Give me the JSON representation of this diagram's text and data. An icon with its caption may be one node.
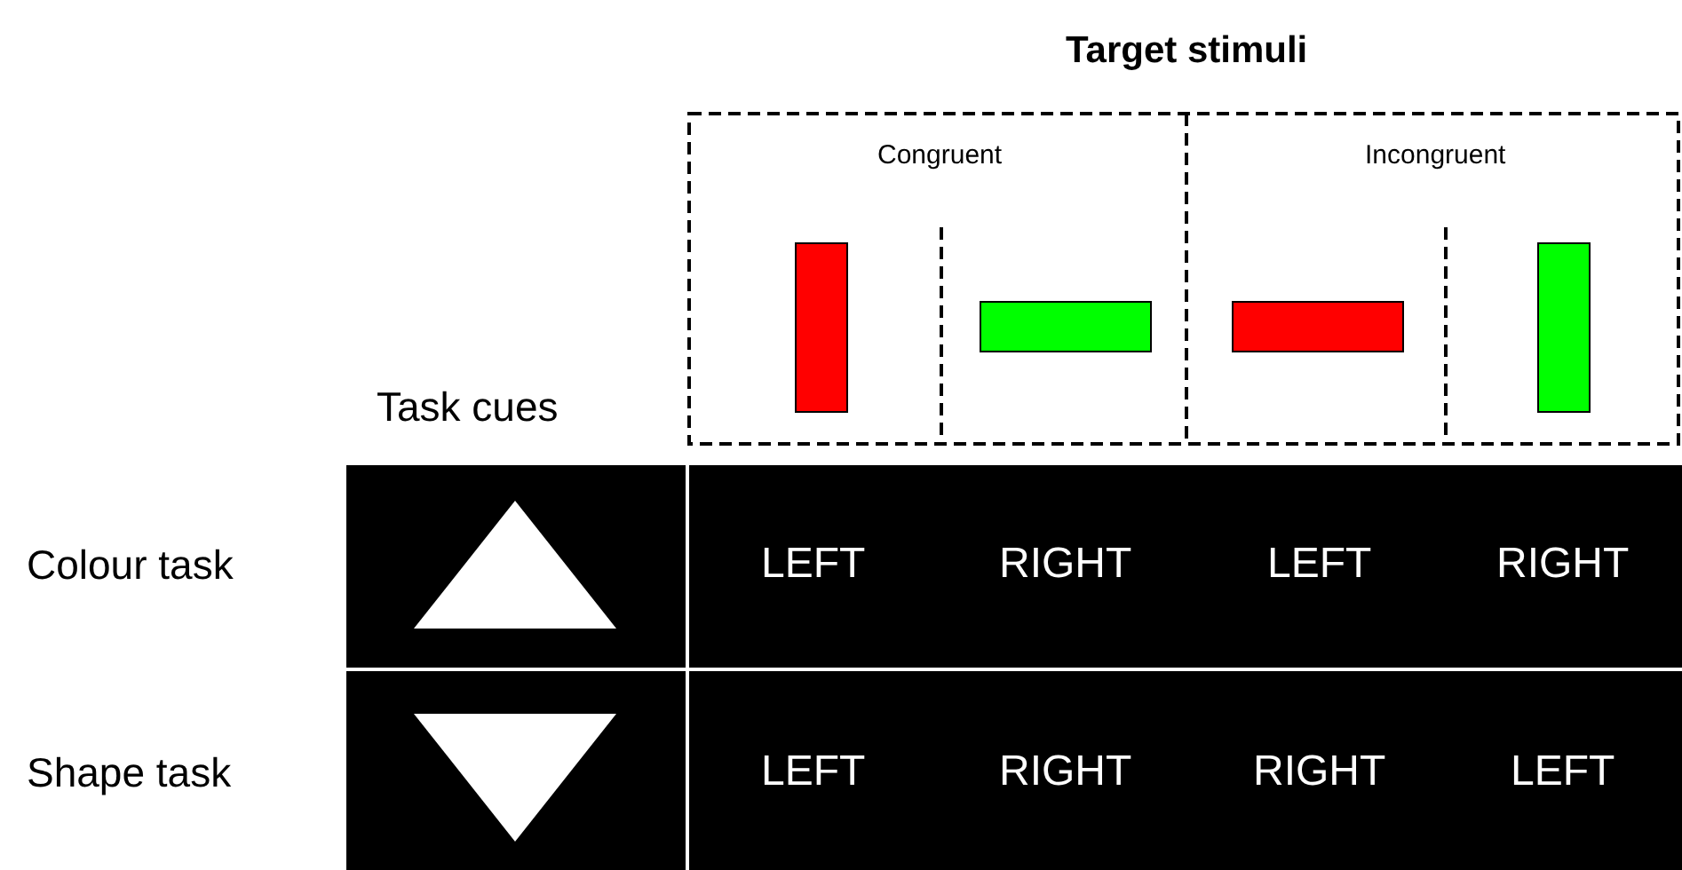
{
  "diagram": {
    "title": "Target stimuli",
    "nodes": [
      {
        "text": [],
        "shape": "bar"
      },
      {
        "text": [],
        "shape": "bar"
      },
      {
        "text": [],
        "shape": "bar"
      },
      {
        "text": [],
        "shape": "bar"
      }
    ],
    "labels": [
      "Congruent",
      "Incongruent",
      "Task cues",
      "Colour task",
      "LEFT",
      "RIGHT",
      "LEFT",
      "RIGHT",
      "Shape task",
      "LEFT",
      "RIGHT",
      "RIGHT",
      "LEFT"
    ]
  }
}
